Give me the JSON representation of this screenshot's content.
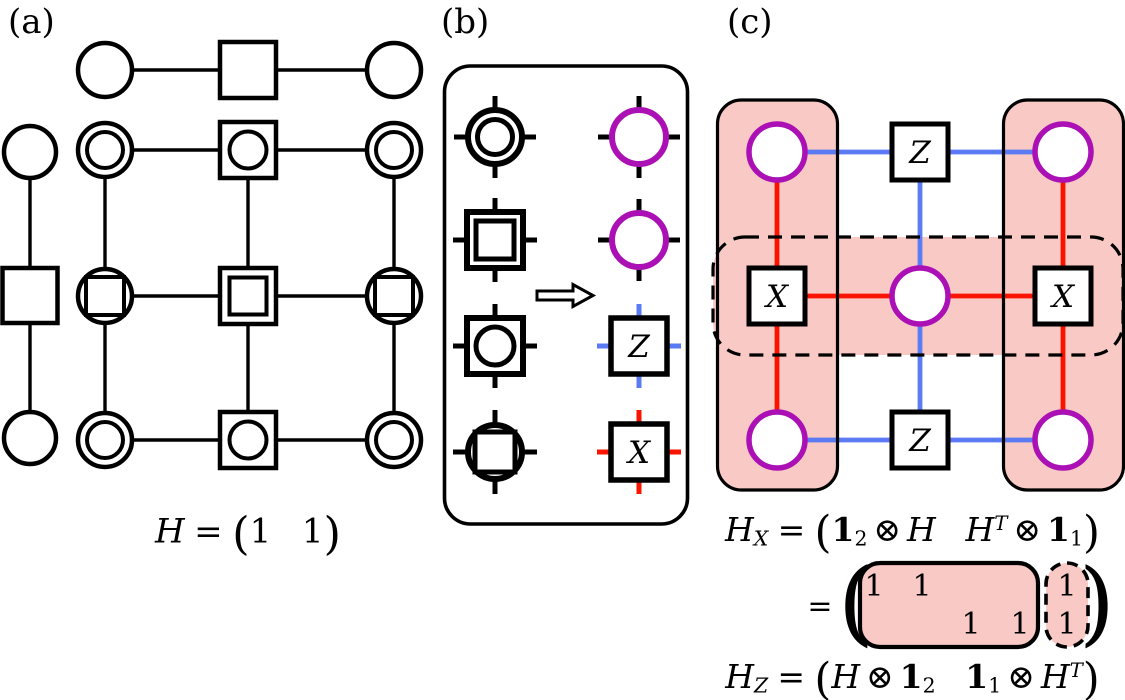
{
  "colors": {
    "purple": "#AB10B5",
    "blue": "#5B7BF5",
    "red": "#FA1400",
    "pink": "#F9C9C5",
    "ink": "#000000"
  },
  "panel_a": {
    "label": "(a)",
    "formula": {
      "lhs": "H",
      "eq": "=",
      "open": "(",
      "v1": "1",
      "v2": "1",
      "close": ")"
    }
  },
  "panel_b": {
    "label": "(b)",
    "z": "Z",
    "x": "X",
    "legend_rows": [
      {
        "before": "double-circle-icon",
        "after": "purple-qubit-circle-icon"
      },
      {
        "before": "double-square-icon",
        "after": "purple-qubit-circle-icon"
      },
      {
        "before": "square-circle-icon",
        "after": "z-check-square-icon"
      },
      {
        "before": "circle-square-icon",
        "after": "x-check-square-icon"
      }
    ]
  },
  "panel_c": {
    "label": "(c)",
    "z_top": "Z",
    "z_bottom": "Z",
    "x_left": "X",
    "x_right": "X",
    "hx": {
      "lhs": "H",
      "lhs_sub": "X",
      "eq": "=",
      "open": "(",
      "b1": "1",
      "b1_sub": "2",
      "op1": "⊗",
      "h1": "H",
      "h2": "H",
      "h2_sup": "T",
      "op2": "⊗",
      "b2": "1",
      "b2_sub": "1",
      "close": ")"
    },
    "hx_matrix": {
      "eq": "=",
      "open": "(",
      "close": ")",
      "solid": {
        "r1c1": "1",
        "r1c2": "1",
        "r2c3": "1",
        "r2c4": "1"
      },
      "dashed": {
        "r1": "1",
        "r2": "1"
      }
    },
    "hz": {
      "lhs": "H",
      "lhs_sub": "Z",
      "eq": "=",
      "open": "(",
      "h1": "H",
      "op1": "⊗",
      "b1": "1",
      "b1_sub": "2",
      "b2": "1",
      "b2_sub": "1",
      "op2": "⊗",
      "h2": "H",
      "h2_sup": "T",
      "close": ")"
    }
  }
}
